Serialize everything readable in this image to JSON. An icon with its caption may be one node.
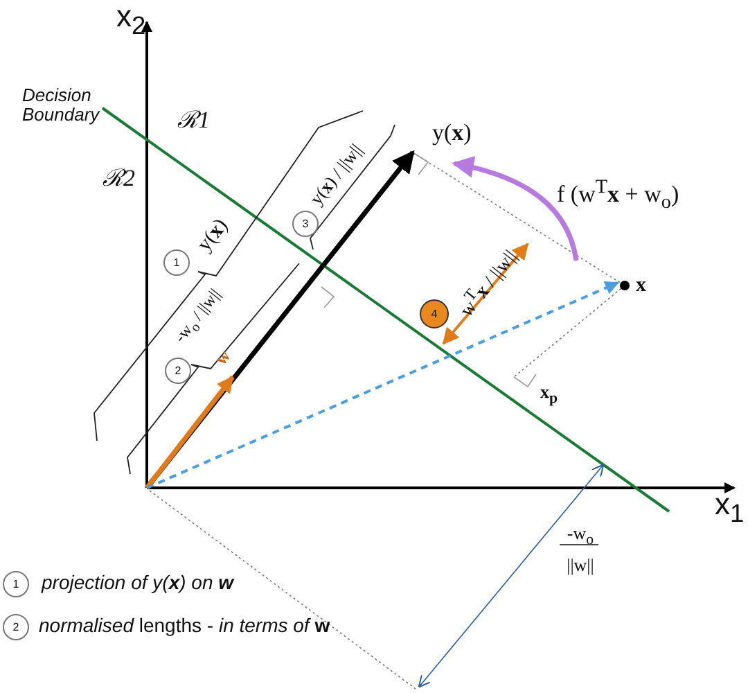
{
  "diagram": {
    "labels": [
      "x$_{2}$",
      "Decision Boundary",
      "ℛ1",
      "ℛ2",
      "y(**x**)",
      "3",
      "y(**x**) / ||w||",
      "f (w$^{T}$**x** + w$_{o}$)",
      "1",
      "y(**x**)",
      "4",
      "w$^{T}$**x** / ||w||",
      "x",
      "2",
      "-w$_{o}$ / ||w||",
      "w",
      "x$_{p}$",
      "x$_{1}$",
      "-w$_{o}$ ||w||",
      "1",
      "projection of y(**x**) on **w**",
      "2",
      "*normalised* lengths - *in terms of* **w**"
    ]
  }
}
